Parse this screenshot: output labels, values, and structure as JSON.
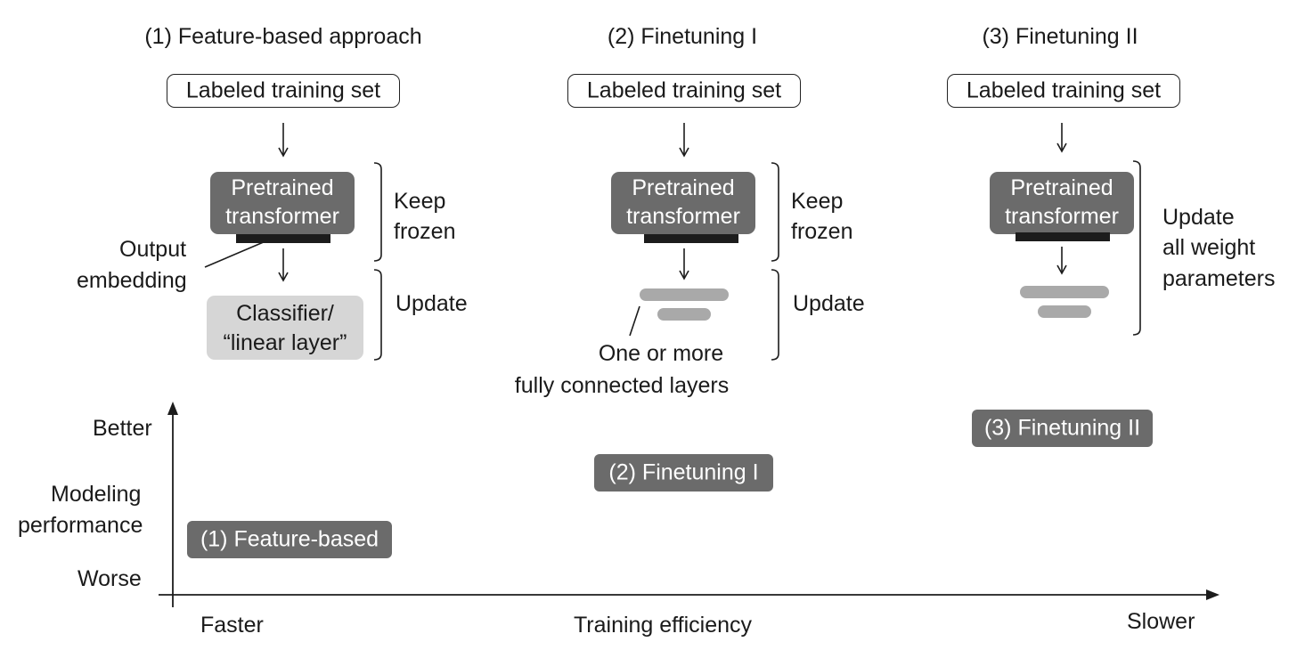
{
  "panels": [
    {
      "title": "(1)  Feature-based approach",
      "input": "Labeled training set",
      "model_line1": "Pretrained",
      "model_line2": "transformer",
      "top_bracket_line1": "Keep",
      "top_bracket_line2": "frozen",
      "bottom_bracket": "Update",
      "output_label_line1": "Output",
      "output_label_line2": "embedding",
      "classifier_line1": "Classifier/",
      "classifier_line2": "“linear layer”"
    },
    {
      "title": "(2)  Finetuning I",
      "input": "Labeled training set",
      "model_line1": "Pretrained",
      "model_line2": "transformer",
      "top_bracket_line1": "Keep",
      "top_bracket_line2": "frozen",
      "bottom_bracket": "Update",
      "fc_label_line1": "One or more",
      "fc_label_line2": "fully connected layers"
    },
    {
      "title": "(3)  Finetuning II",
      "input": "Labeled training set",
      "model_line1": "Pretrained",
      "model_line2": "transformer",
      "bracket_line1": "Update",
      "bracket_line2": "all weight",
      "bracket_line3": "parameters"
    }
  ],
  "tradeoff_plot": {
    "y_top": "Better",
    "y_label_line1": "Modeling",
    "y_label_line2": "performance",
    "y_bottom": "Worse",
    "x_left": "Faster",
    "x_label": "Training efficiency",
    "x_right": "Slower",
    "points": [
      {
        "label": "(1)  Feature-based",
        "efficiency_rank": 1,
        "performance_rank": 1
      },
      {
        "label": "(2)  Finetuning I",
        "efficiency_rank": 2,
        "performance_rank": 2
      },
      {
        "label": "(3)  Finetuning II",
        "efficiency_rank": 3,
        "performance_rank": 3
      }
    ]
  }
}
